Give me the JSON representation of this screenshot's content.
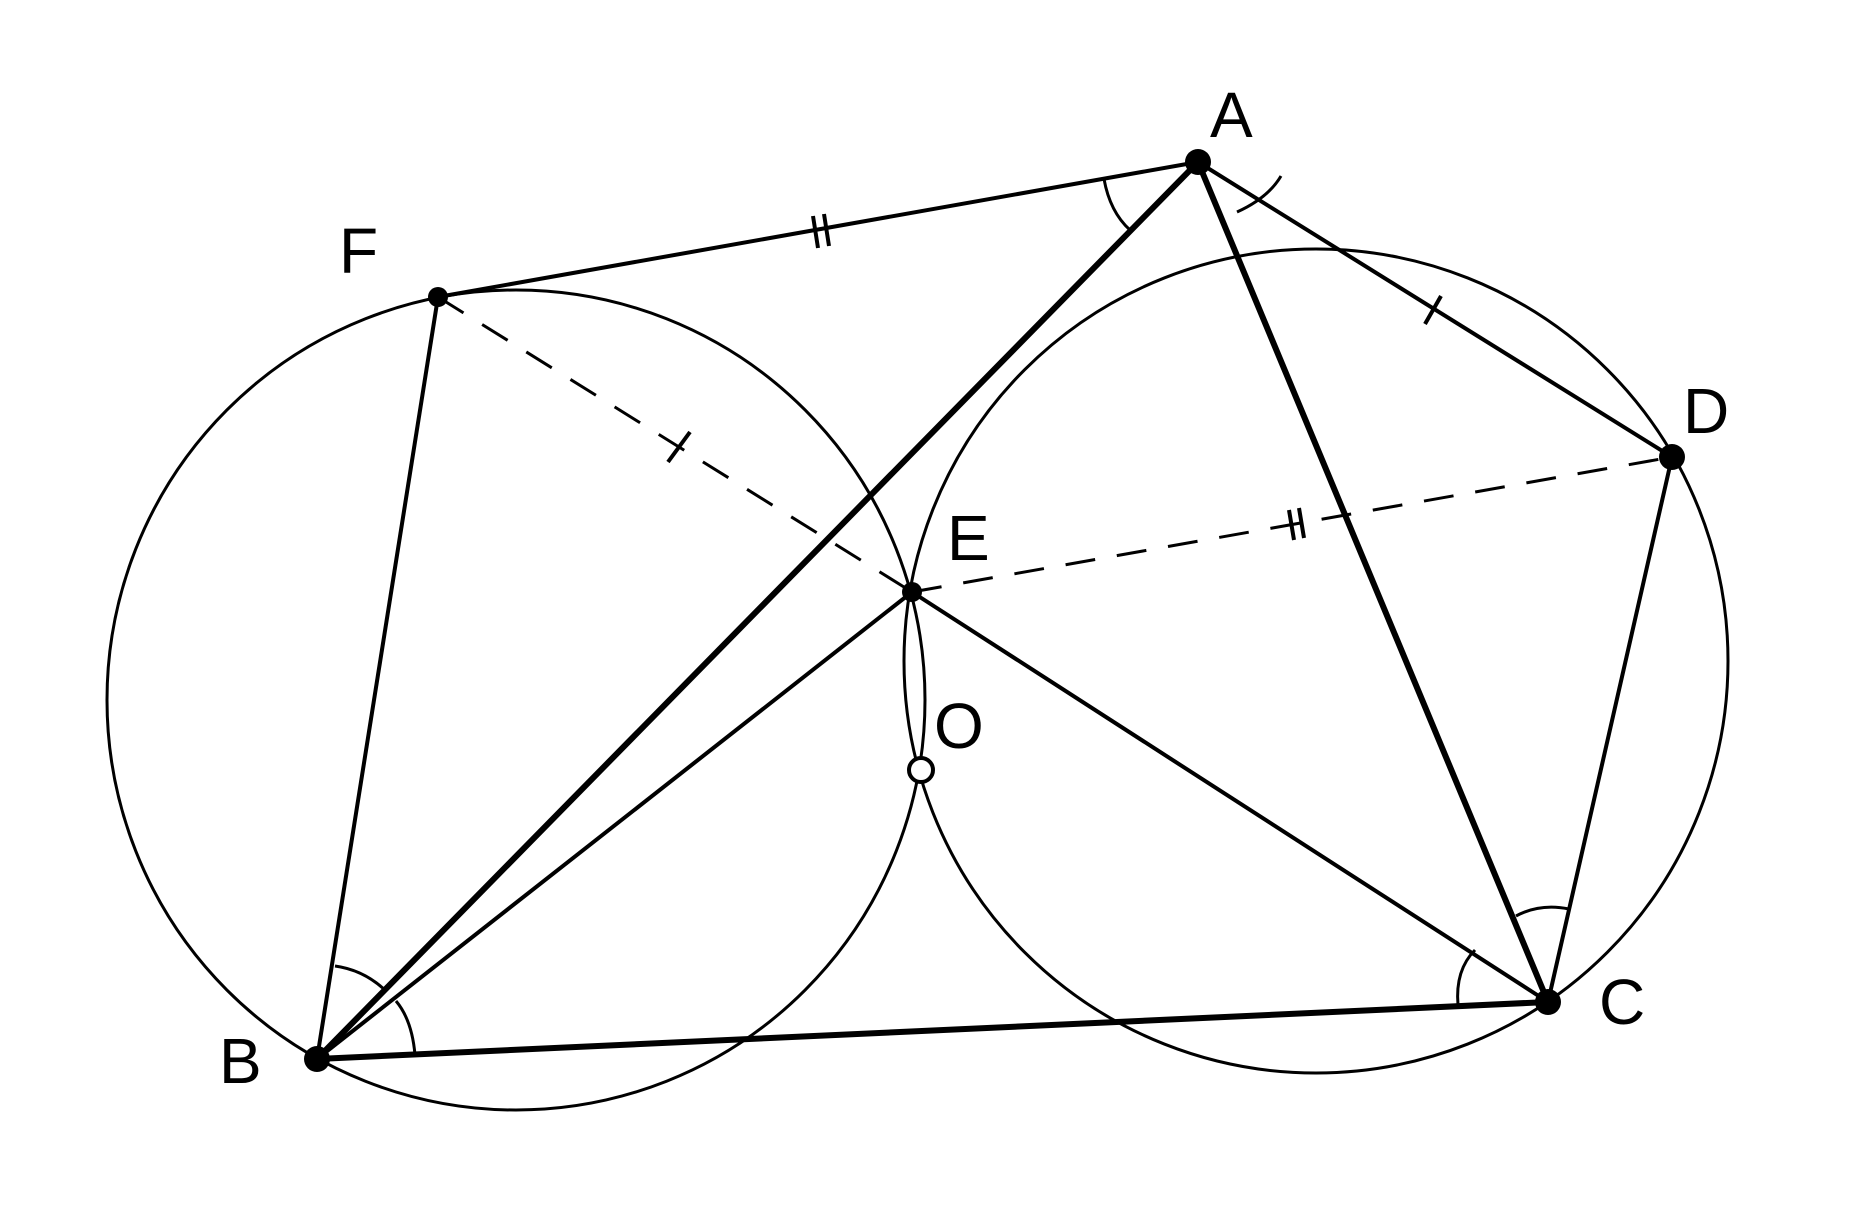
{
  "diagram": {
    "points": {
      "A": "A",
      "B": "B",
      "C": "C",
      "D": "D",
      "E": "E",
      "F": "F",
      "O": "O"
    }
  }
}
